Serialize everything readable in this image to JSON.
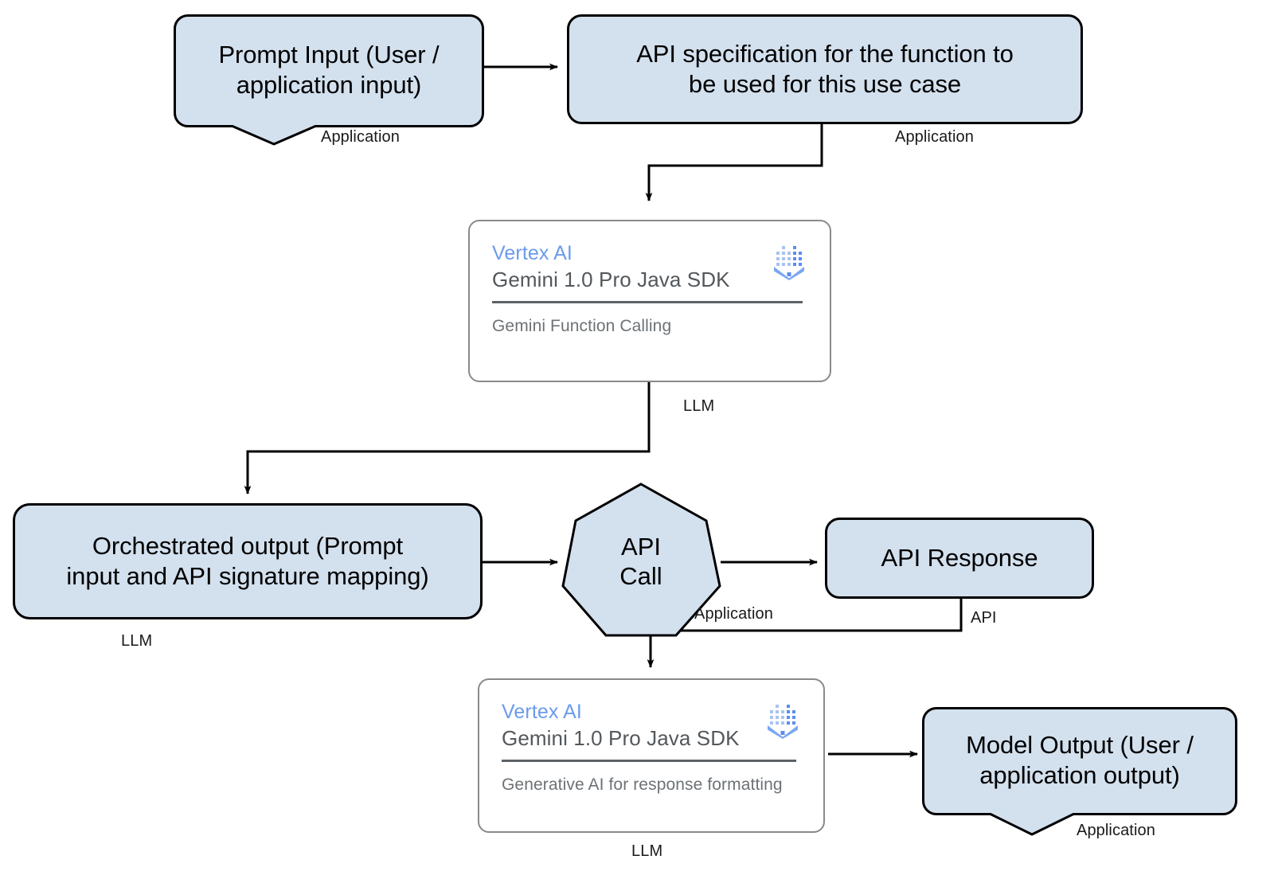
{
  "diagram": {
    "title": "Gemini Function Calling architecture flow",
    "colors": {
      "box_fill": "#d3e0ee",
      "box_stroke": "#000000",
      "card_fill": "#ffffff",
      "card_stroke": "#8a8a8a",
      "vertex_blue": "#6b9bec",
      "card_text": "#53585c",
      "connector": "#000000"
    },
    "nodes": {
      "prompt_input": {
        "label": "Prompt Input (User /\napplication input)",
        "caption": "Application",
        "shape": "callout"
      },
      "api_spec": {
        "label": "API specification for the function to\nbe used for this use case",
        "caption": "Application",
        "shape": "rounded-rect"
      },
      "vertex_top": {
        "title": "Vertex AI",
        "subtitle": "Gemini 1.0 Pro Java SDK",
        "footer": "Gemini Function Calling",
        "caption": "LLM",
        "logo": "vertex-ai-logo",
        "shape": "card"
      },
      "orchestrated_output": {
        "label": "Orchestrated output (Prompt\ninput and API signature mapping)",
        "caption": "LLM",
        "shape": "rounded-rect"
      },
      "api_call": {
        "label": "API\nCall",
        "caption": "Application",
        "shape": "heptagon"
      },
      "api_response": {
        "label": "API Response",
        "caption": "API",
        "shape": "rounded-rect"
      },
      "vertex_bottom": {
        "title": "Vertex AI",
        "subtitle": "Gemini 1.0 Pro Java SDK",
        "footer": "Generative AI for response formatting",
        "caption": "LLM",
        "logo": "vertex-ai-logo",
        "shape": "card"
      },
      "model_output": {
        "label": "Model Output (User /\napplication output)",
        "caption": "Application",
        "shape": "callout"
      }
    },
    "connectors": [
      {
        "from": "prompt_input",
        "to": "api_spec",
        "style": "arrow"
      },
      {
        "from": "api_spec",
        "to": "vertex_top",
        "style": "elbow-arrow"
      },
      {
        "from": "vertex_top",
        "to": "orchestrated_output",
        "style": "elbow-arrow"
      },
      {
        "from": "orchestrated_output",
        "to": "api_call",
        "style": "arrow"
      },
      {
        "from": "api_call",
        "to": "api_response",
        "style": "arrow"
      },
      {
        "from": "api_response",
        "to": "vertex_bottom",
        "style": "elbow-arrow"
      },
      {
        "from": "vertex_bottom",
        "to": "model_output",
        "style": "arrow"
      }
    ]
  }
}
